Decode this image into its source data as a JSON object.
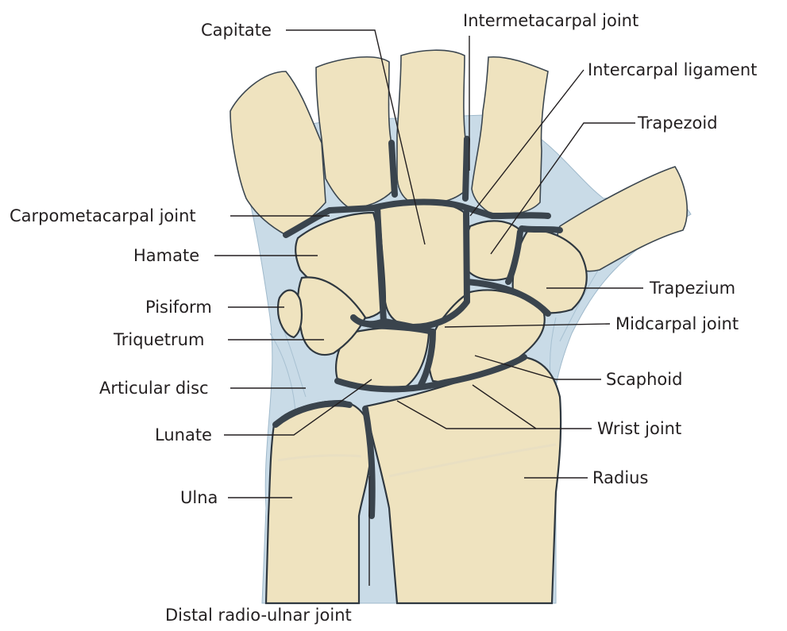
{
  "labels": {
    "capitate": "Capitate",
    "intermetacarpal_joint": "Intermetacarpal joint",
    "intercarpal_ligament": "Intercarpal ligament",
    "trapezoid": "Trapezoid",
    "carpometacarpal_joint": "Carpometacarpal joint",
    "hamate": "Hamate",
    "trapezium": "Trapezium",
    "pisiform": "Pisiform",
    "midcarpal_joint": "Midcarpal joint",
    "triquetrum": "Triquetrum",
    "scaphoid": "Scaphoid",
    "articular_disc": "Articular disc",
    "wrist_joint": "Wrist joint",
    "lunate": "Lunate",
    "radius": "Radius",
    "ulna": "Ulna",
    "distal_radio_ulnar_joint": "Distal radio-ulnar joint"
  },
  "colors": {
    "bone": "#efe3bf",
    "cartilage": "#3a444d",
    "ligament": "#c9dbe7",
    "label": "#231f20"
  }
}
